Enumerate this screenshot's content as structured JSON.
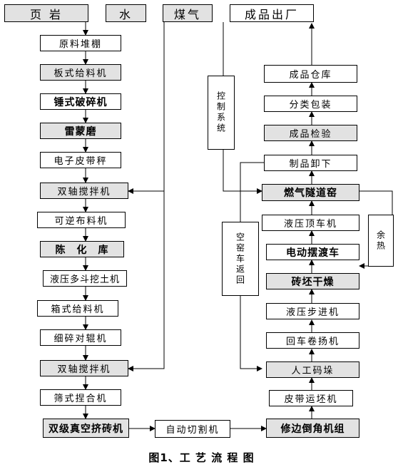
{
  "inputs": {
    "shale": "页 岩",
    "water": "水",
    "gas": "煤气",
    "product_out": "成品出厂"
  },
  "left_chain": [
    "原料堆棚",
    "板式给料机",
    "锤式破碎机",
    "雷蒙磨",
    "电子皮带秤",
    "双轴搅拌机",
    "可逆布料机",
    "陈　化　库",
    "液压多斗挖土机",
    "箱式给料机",
    "细碎对辊机",
    "双轴搅拌机",
    "筛式捏合机",
    "双级真空挤砖机"
  ],
  "middle": {
    "cutter": "自动切割机"
  },
  "right_chain": [
    "修边倒角机组",
    "皮带运坯机",
    "人工码垛",
    "回车卷扬机",
    "液压步进机",
    "砖坯干燥",
    "电动摆渡车",
    "液压顶车机",
    "燃气隧道窑",
    "制品卸下",
    "成品检验",
    "分类包装",
    "成品仓库"
  ],
  "side_labels": {
    "control_system": "控制系统",
    "empty_car_return": "空窑车返回",
    "waste_heat": "余热"
  },
  "caption": "图1、工 艺 流 程 图"
}
